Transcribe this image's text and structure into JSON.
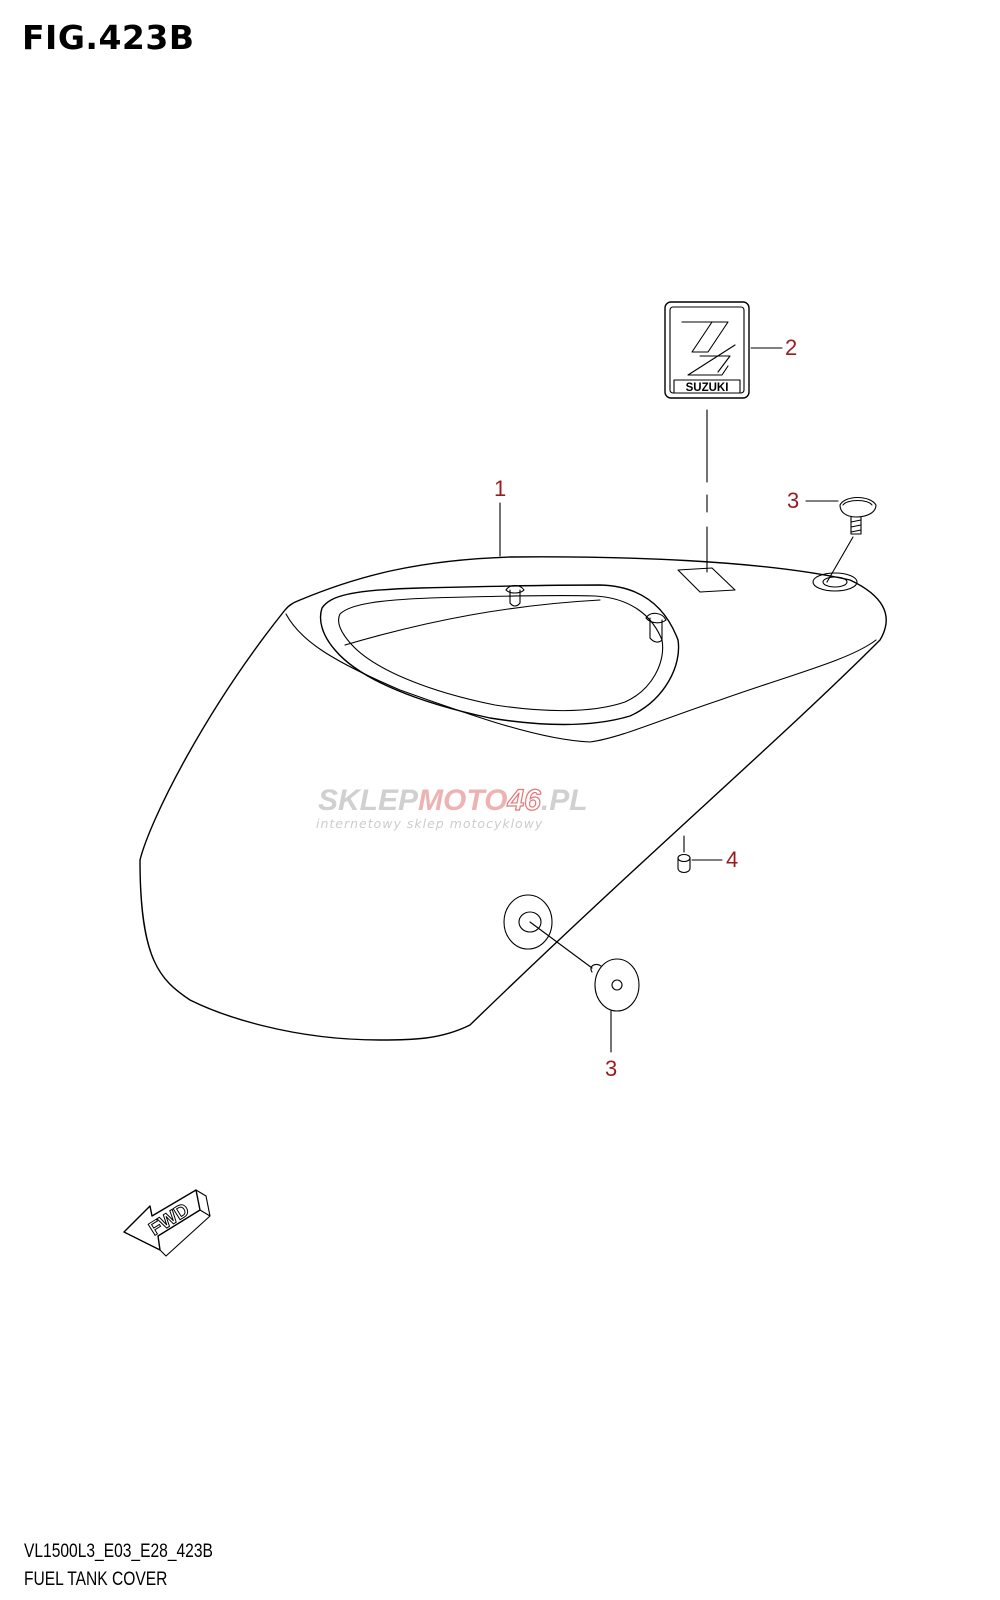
{
  "figure": {
    "title": "FIG.423B",
    "code": "VL1500L3_E03_E28_423B",
    "name": "FUEL TANK COVER"
  },
  "callouts": [
    "1",
    "2",
    "3",
    "3",
    "4"
  ],
  "emblem": {
    "text": "SUZUKI"
  },
  "direction_arrow": {
    "text": "FWD"
  },
  "watermark": {
    "part1": "SKLEP",
    "part2": "MOTO",
    "part3": "46",
    "part4": ".PL",
    "tagline": "internetowy sklep motocyklowy",
    "colors": {
      "gray": "#c8c8c8",
      "red": "#e8a0a0",
      "badge": "#e06060"
    }
  },
  "colors": {
    "line": "#000000",
    "callout": "#9a1b1b"
  }
}
